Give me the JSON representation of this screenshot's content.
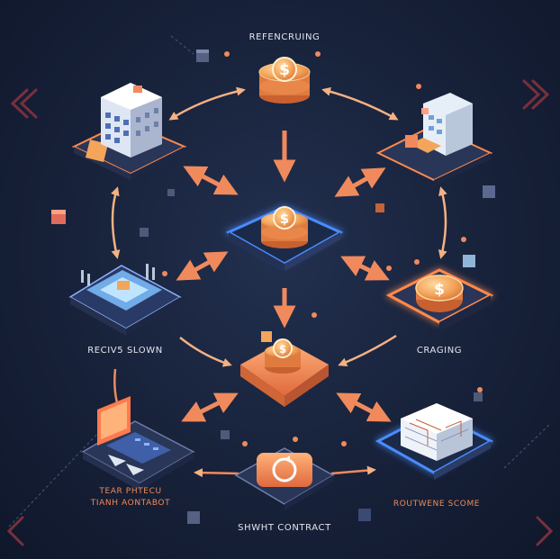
{
  "labels": {
    "top": "REFENCRUING",
    "left_mid": "RECIV5 SLOWN",
    "right_mid": "CRAGING",
    "bottom_left_line1": "TEAR PHTECU",
    "bottom_left_line2": "TIANH AONTABOT",
    "bottom_center": "SHWHT CONTRACT",
    "bottom_right": "ROUTWENE SCOME"
  },
  "coin_symbol": "$",
  "icons": {
    "top": "coin-stack-icon",
    "center": "coin-stack-icon",
    "lower_center": "coin-stack-icon",
    "right_mid": "coin-icon",
    "bottom_center": "refresh-coin-icon",
    "left_top": "office-building-icon",
    "right_top": "city-building-icon",
    "left_mid": "property-plot-icon",
    "bottom_left": "laptop-dashboard-icon",
    "bottom_right": "blockchain-ledger-icon"
  },
  "colors": {
    "background": "#172139",
    "arrow": "#f08a5d",
    "arrow_soft": "#f4b183",
    "platform_dark": "#3a4565",
    "platform_glow_blue": "#4a8cff",
    "platform_glow_orange": "#ff8a4c",
    "coin": "#f3a55b"
  }
}
